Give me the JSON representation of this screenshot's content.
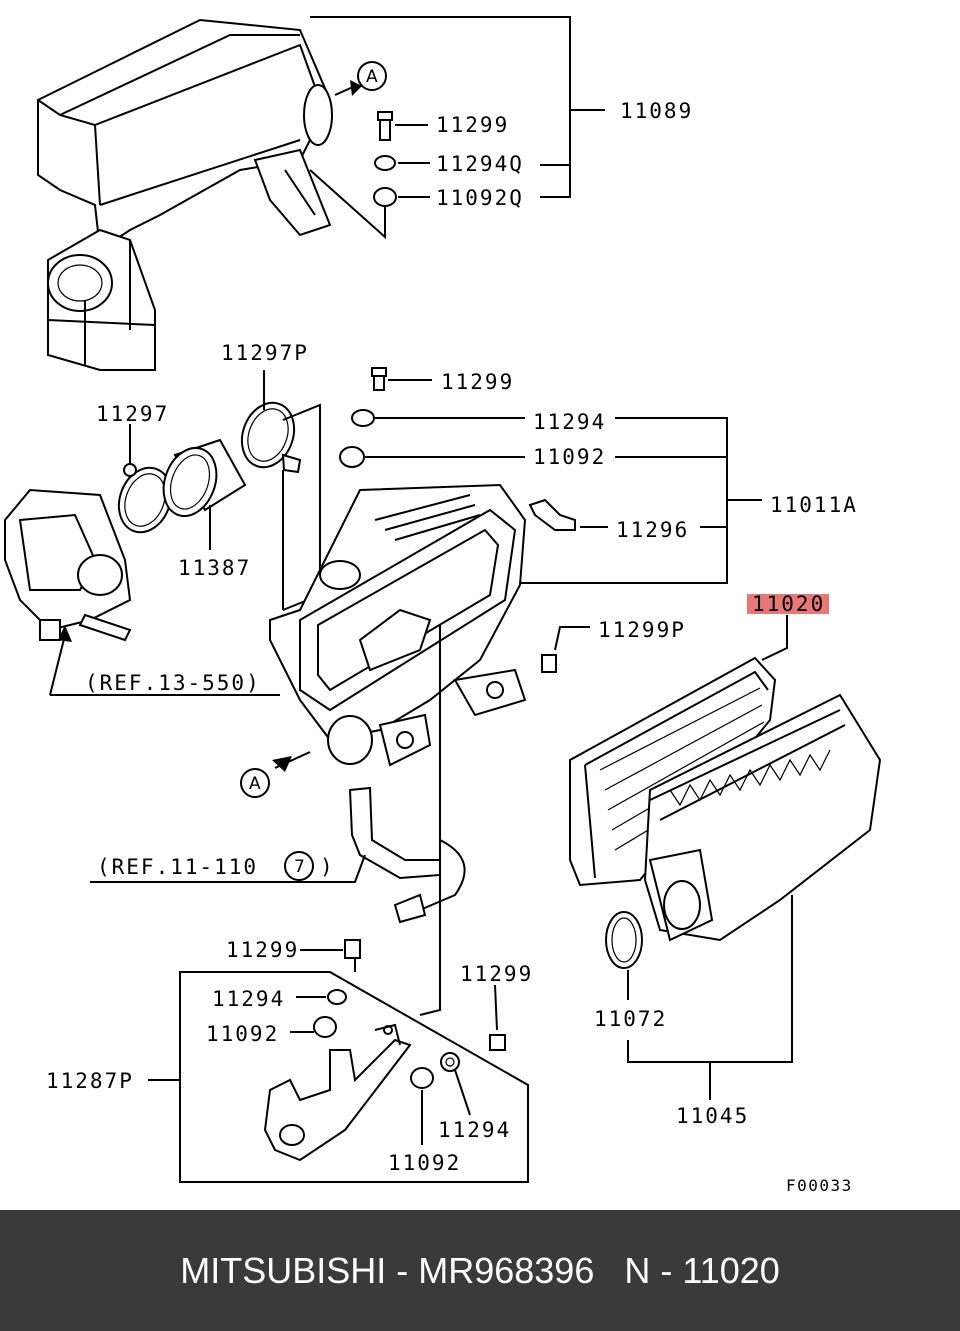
{
  "diagram": {
    "labels": {
      "p11089": "11089",
      "p11299_top": "11299",
      "p11294q": "11294Q",
      "p11092q": "11092Q",
      "ref_a_top": "A",
      "p11297p": "11297P",
      "p11297": "11297",
      "p11387": "11387",
      "p11299_mid": "11299",
      "p11294_mid": "11294",
      "p11092_mid": "11092",
      "p11011a": "11011A",
      "p11296": "11296",
      "p11020": "11020",
      "p11299p": "11299P",
      "ref_13_550": "(REF.13-550)",
      "ref_a_bottom": "A",
      "ref_11_110": "(REF.11-110",
      "ref_11_110_num": "7",
      "ref_11_110_close": ")",
      "p11299_lower": "11299",
      "p11299_right": "11299",
      "p11294_left": "11294",
      "p11092_left": "11092",
      "p11287p": "11287P",
      "p11294_right": "11294",
      "p11092_bottom": "11092",
      "p11072": "11072",
      "p11045": "11045",
      "figure_code": "F00033"
    },
    "highlight_color": "#e87878"
  },
  "footer": {
    "text": "MITSUBISHI - MR968396   N - 11020"
  }
}
